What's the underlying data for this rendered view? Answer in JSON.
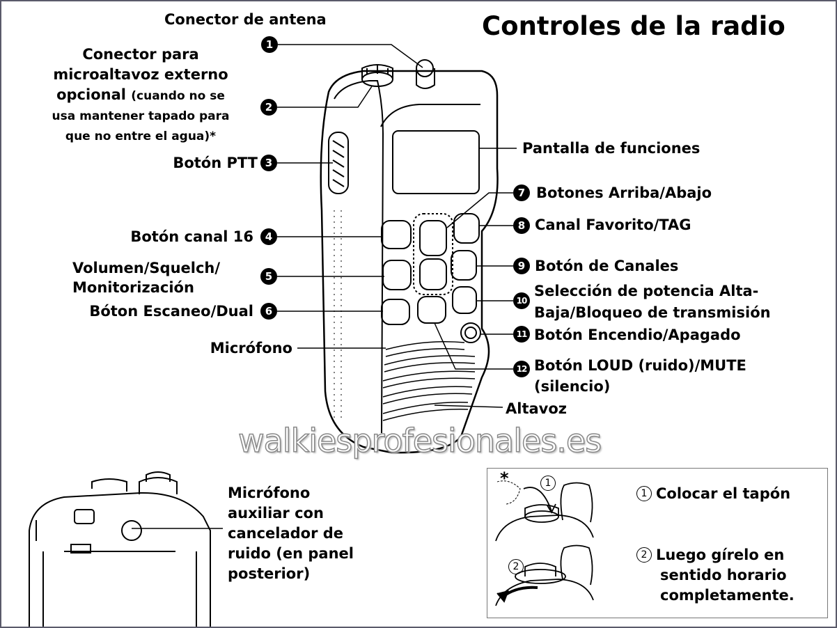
{
  "title": "Controles de la radio",
  "callouts": {
    "c1": {
      "num": "1",
      "label": "Conector de antena"
    },
    "c2": {
      "num": "2",
      "lines": [
        "Conector para",
        "microaltavoz externo",
        "opcional",
        "(cuando no se",
        "usa mantener tapado para",
        "que no entre el agua)*"
      ]
    },
    "c3": {
      "num": "3",
      "label": "Botón PTT"
    },
    "c4": {
      "num": "4",
      "label": "Botón canal 16"
    },
    "c5": {
      "num": "5",
      "lines": [
        "Volumen/Squelch/",
        "Monitorización"
      ]
    },
    "c6": {
      "num": "6",
      "label": "Bóton Escaneo/Dual"
    },
    "c7": {
      "num": "7",
      "label": "Botones Arriba/Abajo"
    },
    "c8": {
      "num": "8",
      "label": "Canal Favorito/TAG"
    },
    "c9": {
      "num": "9",
      "label": "Botón de Canales"
    },
    "c10": {
      "num": "10",
      "lines": [
        "Selección de potencia Alta-",
        "Baja/Bloqueo de transmisión"
      ]
    },
    "c11": {
      "num": "11",
      "label": "Botón Encendio/Apagado"
    },
    "c12": {
      "num": "12",
      "lines": [
        "Botón LOUD (ruido)/MUTE",
        "(silencio)"
      ]
    }
  },
  "unnumbered": {
    "display": "Pantalla de funciones",
    "mic": "Micrófono",
    "speaker": "Altavoz",
    "aux_mic": [
      "Micrófono",
      "auxiliar con",
      "cancelador de",
      "ruido (en panel",
      "posterior)"
    ]
  },
  "watermark": "walkiesprofesionales.es",
  "cap_steps": {
    "asterisk": "*",
    "s1_num": "1",
    "s1": "Colocar el tapón",
    "s2_num": "2",
    "s2": [
      "Luego gírelo en",
      "sentido horario",
      "completamente."
    ]
  }
}
